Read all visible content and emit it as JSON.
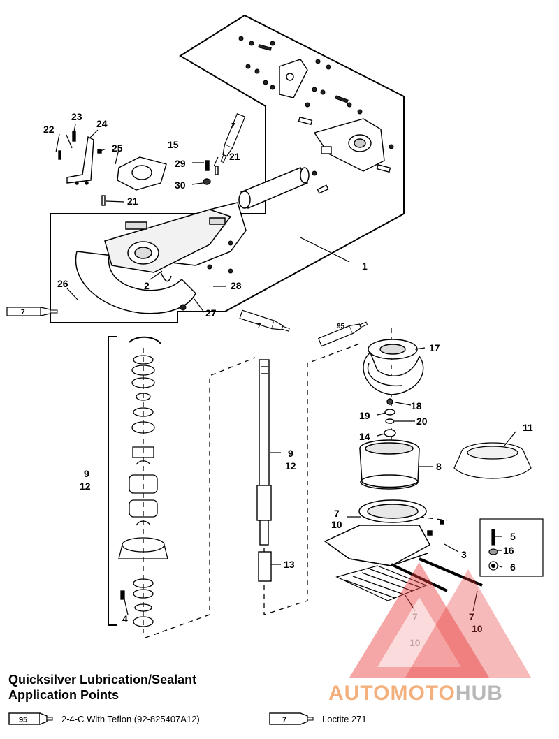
{
  "callouts": {
    "c1": "1",
    "c2": "2",
    "c3": "3",
    "c4": "4",
    "c5": "5",
    "c6": "6",
    "c7a": "7",
    "c7b": "7",
    "c7c": "7",
    "c7d": "7",
    "c8": "8",
    "c9a": "9",
    "c9b": "9",
    "c10a": "10",
    "c10b": "10",
    "c10c": "10",
    "c11": "11",
    "c12a": "12",
    "c12b": "12",
    "c13": "13",
    "c14": "14",
    "c15": "15",
    "c16": "16",
    "c17": "17",
    "c18": "18",
    "c19": "19",
    "c20": "20",
    "c21a": "21",
    "c21b": "21",
    "c22": "22",
    "c23": "23",
    "c24": "24",
    "c25": "25",
    "c26": "26",
    "c27": "27",
    "c28": "28",
    "c29": "29",
    "c30": "30"
  },
  "tubes": {
    "t7a": "7",
    "t7b": "7",
    "t7c": "7",
    "t95": "95"
  },
  "legend": {
    "title_line1": "Quicksilver Lubrication/Sealant",
    "title_line2": "Application Points",
    "items": [
      {
        "code": "95",
        "label": "2-4-C  With Teflon (92-825407A12)"
      },
      {
        "code": "7",
        "label": "Loctite 271"
      }
    ]
  },
  "watermark": {
    "part1": "AUTOMOTO",
    "part2": "HUB"
  },
  "colors": {
    "line": "#000000",
    "watermark_red": "#e83a3a",
    "watermark_orange": "#f3b07c",
    "watermark_gray": "#b8b8b8"
  }
}
